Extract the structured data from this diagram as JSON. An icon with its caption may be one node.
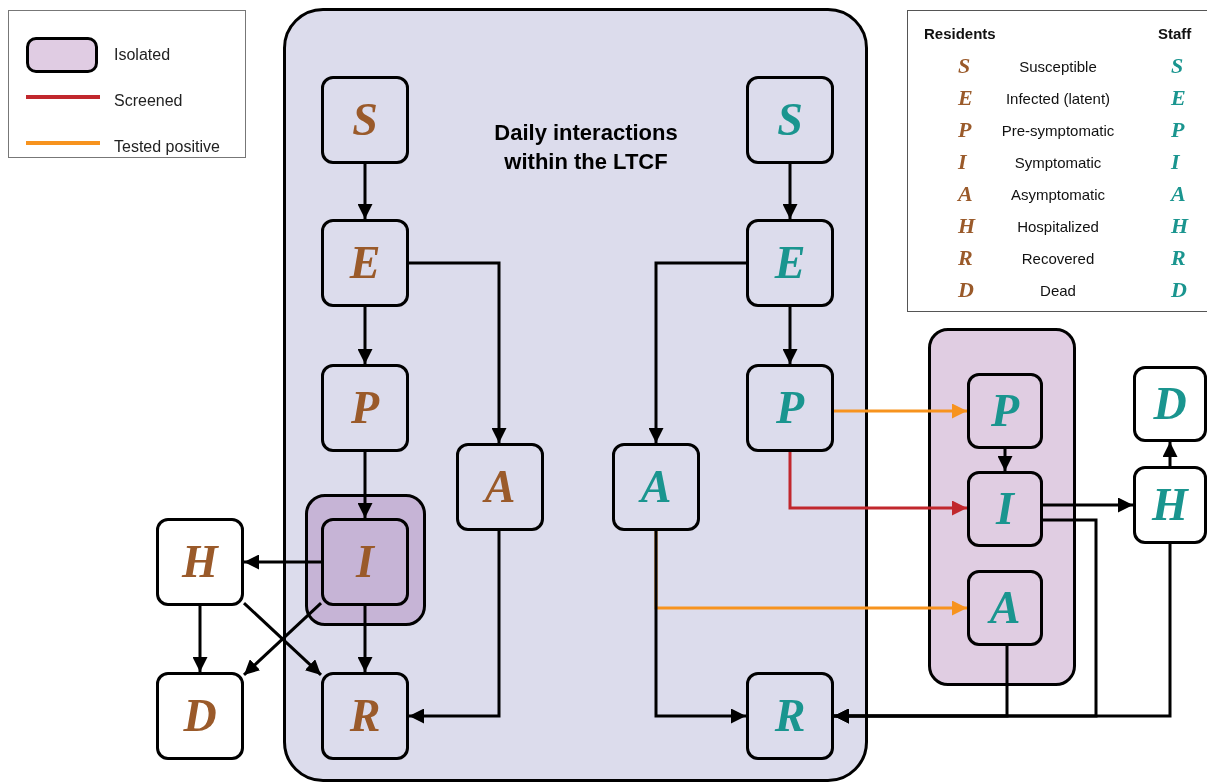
{
  "diagram": {
    "nodes": [
      {
        "text": [
          "Daily interactions within the LTCF"
        ]
      },
      {
        "text": [
          "S"
        ],
        "in": 0
      },
      {
        "text": [
          "E"
        ],
        "in": 0
      },
      {
        "text": [
          "P"
        ],
        "in": 0
      },
      {
        "text": [],
        "shape": "box",
        "in": 0
      },
      {
        "text": [
          "I"
        ],
        "in": 4
      },
      {
        "text": [
          "A"
        ],
        "in": 0
      },
      {
        "text": [
          "R"
        ],
        "in": 0
      },
      {
        "text": [
          "H"
        ]
      },
      {
        "text": [
          "D"
        ]
      },
      {
        "text": [
          "S"
        ],
        "in": 0
      },
      {
        "text": [
          "E"
        ],
        "in": 0
      },
      {
        "text": [
          "P"
        ],
        "in": 0
      },
      {
        "text": [
          "A"
        ],
        "in": 0
      },
      {
        "text": [
          "R"
        ],
        "in": 0
      },
      {
        "text": [],
        "shape": "box"
      },
      {
        "text": [
          "P"
        ],
        "in": 15
      },
      {
        "text": [
          "I"
        ],
        "in": 15
      },
      {
        "text": [
          "A"
        ],
        "in": 15
      },
      {
        "text": [
          "H"
        ]
      },
      {
        "text": [
          "D"
        ]
      }
    ],
    "edges": [
      {
        "from": 1,
        "to": 2,
        "arrow": "to"
      },
      {
        "from": 2,
        "to": 3,
        "arrow": "to"
      },
      {
        "from": 2,
        "to": 6,
        "arrow": "to"
      },
      {
        "from": 3,
        "to": 5,
        "arrow": "to"
      },
      {
        "from": 5,
        "to": 8,
        "arrow": "to"
      },
      {
        "from": 5,
        "to": 7,
        "arrow": "to"
      },
      {
        "from": 5,
        "to": 9,
        "arrow": "to"
      },
      {
        "from": 8,
        "to": 9,
        "arrow": "to"
      },
      {
        "from": 8,
        "to": 7,
        "arrow": "to"
      },
      {
        "from": 6,
        "to": 7,
        "arrow": "to"
      },
      {
        "from": 10,
        "to": 11,
        "arrow": "to"
      },
      {
        "from": 11,
        "to": 12,
        "arrow": "to"
      },
      {
        "from": 11,
        "to": 13,
        "arrow": "to"
      },
      {
        "from": 12,
        "to": 16,
        "arrow": "to",
        "color": "#f7931e"
      },
      {
        "from": 12,
        "to": 17,
        "arrow": "to",
        "color": "#c1272d"
      },
      {
        "from": 13,
        "to": 18,
        "arrow": "to",
        "color": "#f7931e"
      },
      {
        "from": 13,
        "to": 14,
        "arrow": "to"
      },
      {
        "from": 16,
        "to": 17,
        "arrow": "to"
      },
      {
        "from": 17,
        "to": 19,
        "arrow": "to"
      },
      {
        "from": 19,
        "to": 20,
        "arrow": "to"
      },
      {
        "from": 17,
        "to": 14,
        "arrow": "to"
      },
      {
        "from": 18,
        "to": 14,
        "arrow": "to"
      },
      {
        "from": 19,
        "to": 14,
        "arrow": "to"
      }
    ],
    "labels": [
      "Residents",
      "Staff",
      "S",
      "Susceptible",
      "S",
      "E",
      "Infected (latent)",
      "E",
      "P",
      "Pre-symptomatic",
      "P",
      "I",
      "Symptomatic",
      "I",
      "A",
      "Asymptomatic",
      "A",
      "H",
      "Hospitalized",
      "H",
      "R",
      "Recovered",
      "R",
      "D",
      "Dead",
      "D"
    ],
    "legend": [
      {
        "text": "Isolated",
        "color": "#e0cce3"
      },
      {
        "text": "Screened"
      },
      {
        "text": "Tested positive"
      }
    ]
  }
}
